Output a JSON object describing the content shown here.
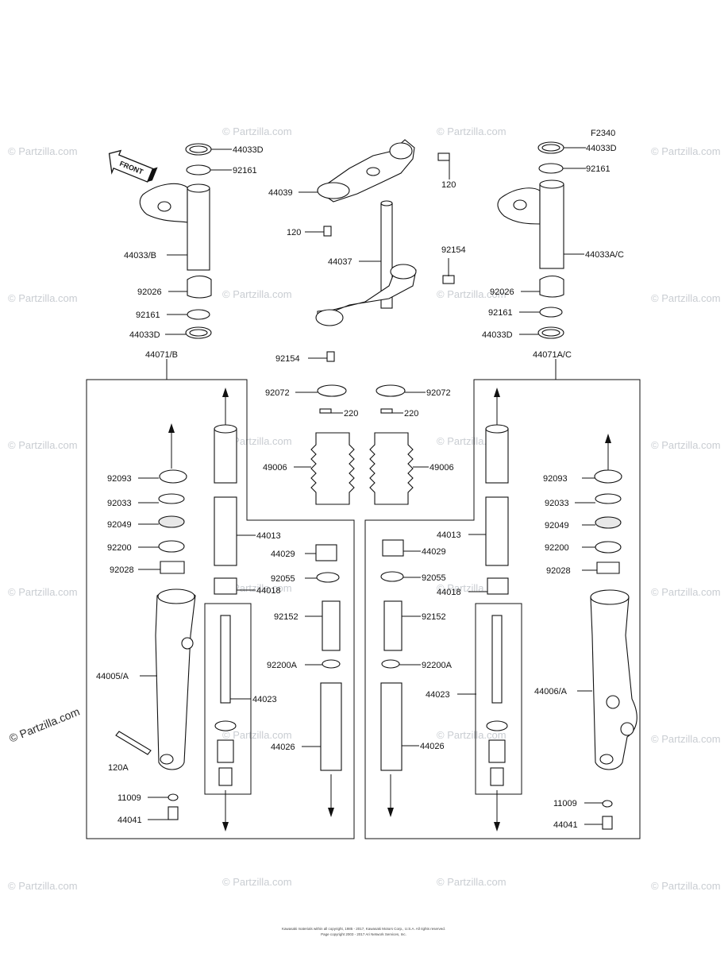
{
  "diagram_code": "F2340",
  "front_arrow_label": "FRONT",
  "labels": {
    "l_44033D_a": "44033D",
    "l_92161_a": "92161",
    "l_44033B": "44033/B",
    "l_92026_a": "92026",
    "l_92161_b": "92161",
    "l_44033D_b": "44033D",
    "l_44071B": "44071/B",
    "l_44039": "44039",
    "l_120_a": "120",
    "l_120_b": "120",
    "l_44037": "44037",
    "l_92154_a": "92154",
    "l_92154_b": "92154",
    "l_44033D_c": "44033D",
    "l_92161_c": "92161",
    "l_44033AC": "44033A/C",
    "l_92026_b": "92026",
    "l_92161_d": "92161",
    "l_44033D_d": "44033D",
    "l_44071AC": "44071A/C",
    "l_92072_a": "92072",
    "l_92072_b": "92072",
    "l_220_a": "220",
    "l_220_b": "220",
    "l_49006_a": "49006",
    "l_49006_b": "49006",
    "l_92093_a": "92093",
    "l_92033_a": "92033",
    "l_92049_a": "92049",
    "l_92200_a": "92200",
    "l_92028_a": "92028",
    "l_44013_a": "44013",
    "l_44029_a": "44029",
    "l_92055_a": "92055",
    "l_44018_a": "44018",
    "l_92152_a": "92152",
    "l_92200A_a": "92200A",
    "l_44005A": "44005/A",
    "l_44023_a": "44023",
    "l_120A": "120A",
    "l_44026_a": "44026",
    "l_11009_a": "11009",
    "l_44041_a": "44041",
    "l_44013_b": "44013",
    "l_44029_b": "44029",
    "l_92055_b": "92055",
    "l_44018_b": "44018",
    "l_92152_b": "92152",
    "l_92200A_b": "92200A",
    "l_44023_b": "44023",
    "l_44026_b": "44026",
    "l_92093_b": "92093",
    "l_92033_b": "92033",
    "l_92049_b": "92049",
    "l_92200_b": "92200",
    "l_92028_b": "92028",
    "l_44006A": "44006/A",
    "l_11009_b": "11009",
    "l_44041_b": "44041"
  },
  "watermark": "© Partzilla.com",
  "footer": {
    "line1": "Kawasaki materials within all copyright, 1985 - 2017, Kawasaki Motors Corp., U.S.A. All rights reserved.",
    "line2": "Page copyright 2003 - 2017 Ari Network Services, Inc."
  }
}
